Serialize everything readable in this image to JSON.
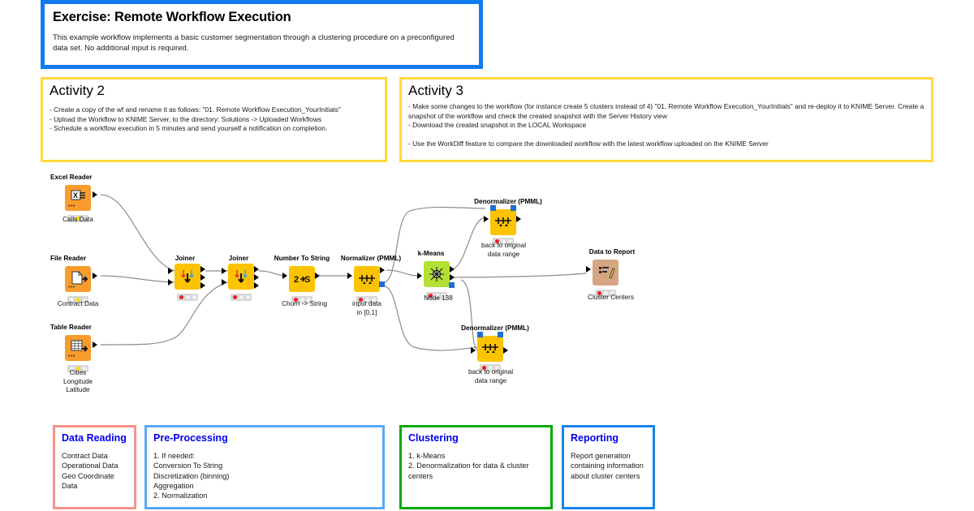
{
  "exercise": {
    "title": "Exercise: Remote Workflow Execution",
    "body": "This example workflow implements a basic customer segmentation through a clustering procedure on a preconfigured data set. No additional input is required.",
    "border_color": "#0f7cf0"
  },
  "activity2": {
    "title": "Activity 2",
    "body": "- Create a copy of the wf and rename it as follows: \"01. Remote Workflow Execution_YourInitials\"\n- Upload the Workflow to KNIME Server, to the directory: Solutions -> Uploaded Workflows\n- Schedule a workflow execution in 5 minutes and send yourself a notification on completion.",
    "border_color": "#ffd93d"
  },
  "activity3": {
    "title": "Activity 3",
    "body": "- Make some changes to the workflow (for instance create 5 clusters instead of 4) \"01. Remote Workflow Execution_YourInitials\" and re-deploy it to KNIME Server. Create a snapshot of the workflow and check the created snapshot with the Server History view\n- Download the created snapshot in the LOCAL Workspace\n\n- Use the WorkDiff feature to compare the downloaded workflow with the latest workflow uploaded on the KNIME Server",
    "border_color": "#ffd93d"
  },
  "legend": [
    {
      "key": "data-reading",
      "title": "Data Reading",
      "body": "Contract Data\nOperational Data\nGeo Coordinate Data",
      "border_color": "#f4948a",
      "title_color": "#0000f0"
    },
    {
      "key": "pre-processing",
      "title": "Pre-Processing",
      "body": "1. If needed:\n      Conversion  To String\n      Discretization (binning)\n      Aggregation\n2. Normalization",
      "border_color": "#5aa9f0",
      "title_color": "#0000f0"
    },
    {
      "key": "clustering",
      "title": "Clustering",
      "body": "1. k-Means\n2. Denormalization for data & cluster centers",
      "border_color": "#00aa00",
      "title_color": "#0000f0"
    },
    {
      "key": "reporting",
      "title": "Reporting",
      "body": "Report generation\ncontaining information\nabout cluster centers",
      "border_color": "#1884e8",
      "title_color": "#0000f0"
    }
  ],
  "workflow": {
    "nodes": [
      {
        "id": "excel-reader",
        "title": "Excel Reader",
        "label": "Calls Data",
        "color": "orange",
        "status": "yellow",
        "icon": "excel-sheet-icon"
      },
      {
        "id": "file-reader",
        "title": "File Reader",
        "label": "Contract Data",
        "color": "orange",
        "status": "yellow",
        "icon": "file-page-icon"
      },
      {
        "id": "table-reader",
        "title": "Table Reader",
        "label": "Cities\nLongitude\nLatitude",
        "color": "orange",
        "status": "yellow",
        "icon": "table-grid-icon"
      },
      {
        "id": "joiner-1",
        "title": "Joiner",
        "label": "",
        "color": "yellow",
        "status": "red",
        "icon": "joiner-arrows-icon"
      },
      {
        "id": "joiner-2",
        "title": "Joiner",
        "label": "",
        "color": "yellow",
        "status": "red",
        "icon": "joiner-arrows-icon"
      },
      {
        "id": "number-to-string",
        "title": "Number To String",
        "label": "Churn -> String",
        "color": "yellow",
        "status": "red",
        "icon": "number-to-string-icon"
      },
      {
        "id": "normalizer",
        "title": "Normalizer (PMML)",
        "label": "input data\nin [0,1]",
        "color": "yellow",
        "status": "red",
        "icon": "normalizer-icon"
      },
      {
        "id": "kmeans",
        "title": "k-Means",
        "label": "Node 138",
        "color": "green",
        "status": "red",
        "icon": "kmeans-cluster-icon"
      },
      {
        "id": "denormalizer-top",
        "title": "Denormalizer (PMML)",
        "label": "back to original\ndata range",
        "color": "yellow",
        "status": "red",
        "icon": "denormalizer-icon"
      },
      {
        "id": "denormalizer-bot",
        "title": "Denormalizer (PMML)",
        "label": "back to original\ndata range",
        "color": "yellow",
        "status": "red",
        "icon": "denormalizer-icon"
      },
      {
        "id": "data-to-report",
        "title": "Data to Report",
        "label": "Cluster Centers",
        "color": "tan",
        "status": "red",
        "icon": "report-chart-icon"
      }
    ]
  }
}
